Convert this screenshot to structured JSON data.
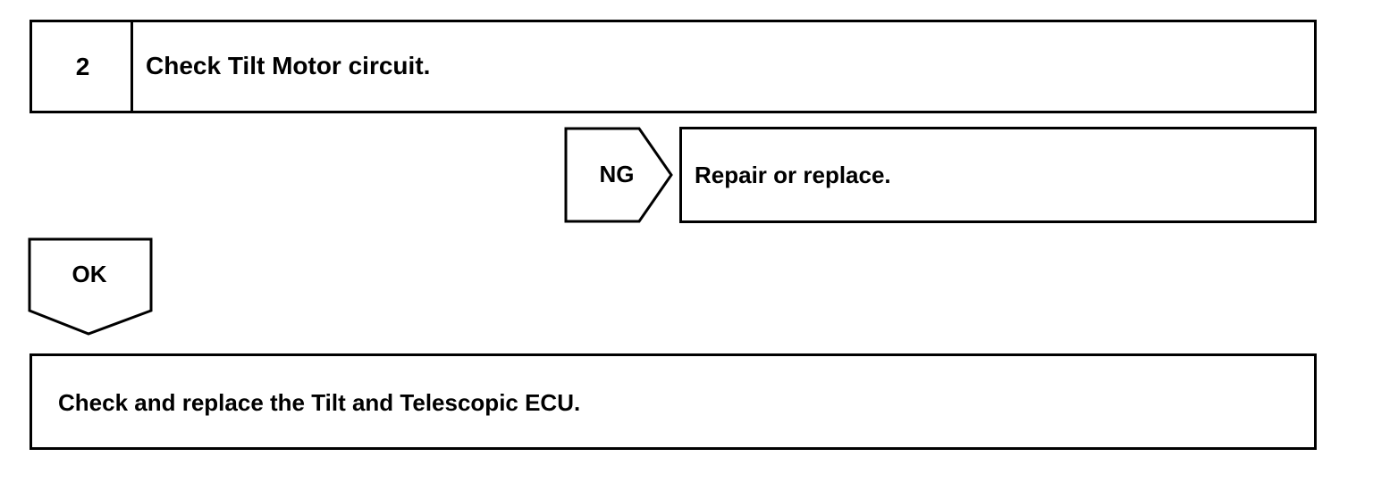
{
  "step": {
    "number": "2",
    "title": "Check Tilt Motor circuit."
  },
  "ng_branch": {
    "label": "NG",
    "action": "Repair or replace."
  },
  "ok_branch": {
    "label": "OK",
    "action": "Check and replace the Tilt and Telescopic ECU."
  },
  "colors": {
    "stroke": "#000000",
    "background": "#ffffff"
  }
}
